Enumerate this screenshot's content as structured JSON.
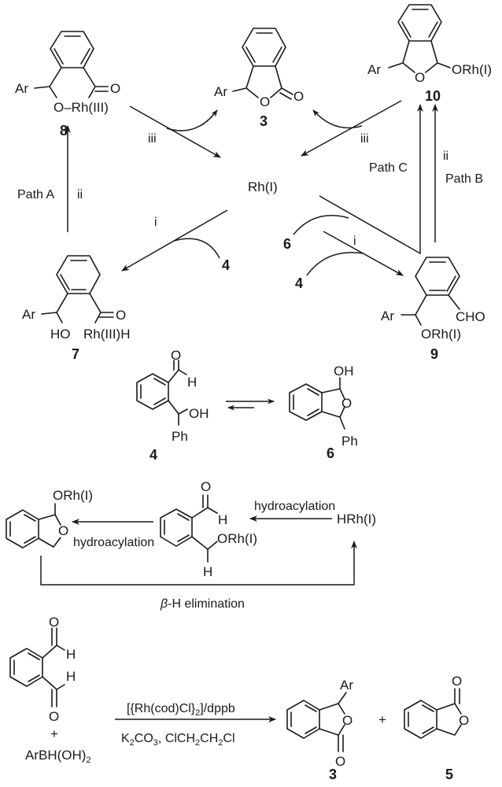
{
  "catalytic_cycle": {
    "center": "Rh(I)",
    "compounds": {
      "c8": {
        "number": "8",
        "ar": "Ar",
        "o_rh": "O–Rh(III)",
        "o": "O"
      },
      "c3": {
        "number": "3",
        "ar": "Ar",
        "o_ring": "O",
        "o_carbonyl": "O"
      },
      "c10": {
        "number": "10",
        "ar": "Ar",
        "o_ring": "O",
        "orh": "ORh(I)"
      },
      "c7": {
        "number": "7",
        "ar": "Ar",
        "ho": "HO",
        "rh": "Rh(III)H",
        "o": "O"
      },
      "c9": {
        "number": "9",
        "ar": "Ar",
        "cho": "CHO",
        "orh": "ORh(I)"
      }
    },
    "steps": {
      "step_iii_left": "iii",
      "step_iii_right": "iii",
      "step_i_left": "i",
      "step_i_right": "i",
      "step_ii_left": "ii",
      "step_ii_right": "ii",
      "path_a": "Path A",
      "path_b": "Path B",
      "path_c": "Path C",
      "reagent_4_left": "4",
      "reagent_6_right": "6",
      "reagent_4_right": "4"
    }
  },
  "equilibrium": {
    "c4": {
      "number": "4",
      "o": "O",
      "h": "H",
      "oh": "OH",
      "ph": "Ph"
    },
    "c6": {
      "number": "6",
      "oh": "OH",
      "o": "O",
      "ph": "Ph"
    }
  },
  "mechanism": {
    "product": {
      "orh": "ORh(I)",
      "o": "O"
    },
    "intermediate": {
      "o": "O",
      "h_top": "H",
      "orh": "ORh(I)",
      "h_bottom": "H"
    },
    "hrh": "HRh(I)",
    "arrow_left_label": "hydroacylation",
    "arrow_right_label": "hydroacylation",
    "beta": "β",
    "beta_rest": "-H elimination"
  },
  "overall_reaction": {
    "reactant_dialdehyde": {
      "o_top": "O",
      "h_top": "H",
      "h_bottom": "H",
      "o_bottom": "O"
    },
    "plus1": "+",
    "boronic": "ArBH(OH)",
    "boronic_sub": "2",
    "conditions_top_a": "[{Rh(cod)Cl}",
    "conditions_top_sub": "2",
    "conditions_top_b": "]/dppb",
    "conditions_bottom_a": "K",
    "conditions_bottom_sub1": "2",
    "conditions_bottom_b": "CO",
    "conditions_bottom_sub2": "3",
    "conditions_bottom_c": ", ClCH",
    "conditions_bottom_sub3": "2",
    "conditions_bottom_d": "CH",
    "conditions_bottom_sub4": "2",
    "conditions_bottom_e": "Cl",
    "product3": {
      "number": "3",
      "ar": "Ar",
      "o_ring": "O",
      "o_carbonyl": "O"
    },
    "plus2": "+",
    "product5": {
      "number": "5",
      "o_ring": "O",
      "o_carbonyl": "O"
    }
  }
}
